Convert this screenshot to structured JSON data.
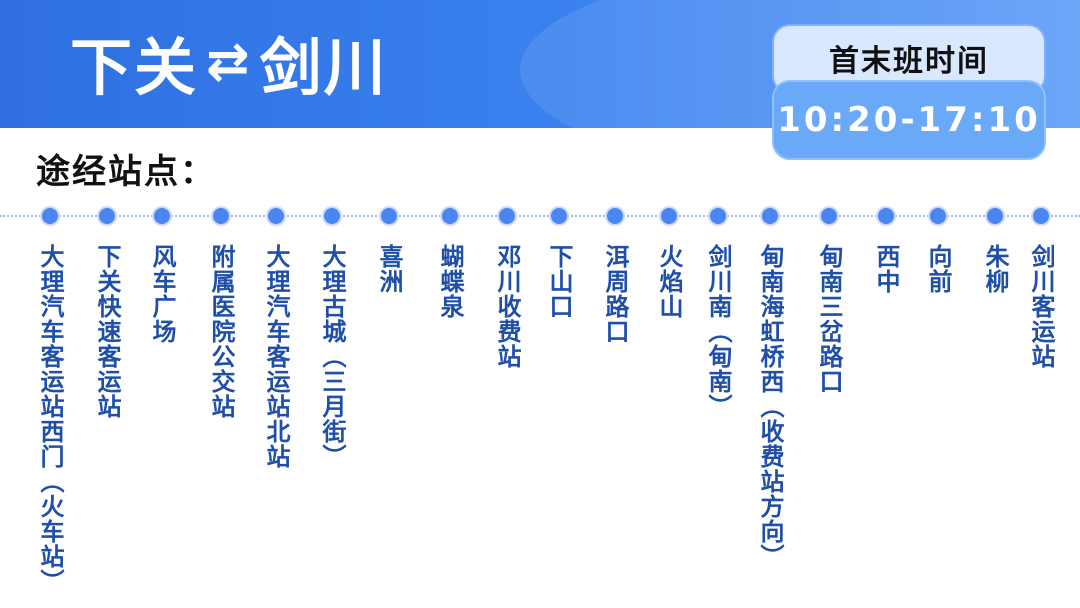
{
  "header": {
    "origin": "下关",
    "swap_icon": "⇄",
    "destination": "剑川"
  },
  "schedule": {
    "label": "首末班时间",
    "time": "10:20-17:10"
  },
  "stops_title": "途经站点：",
  "stops": [
    "大理汽车客运站西门（火车站）",
    "下关快速客运站",
    "风车广场",
    "附属医院公交站",
    "大理汽车客运站北站",
    "大理古城（三月街）",
    "喜洲",
    "蝴蝶泉",
    "邓川收费站",
    "下山口",
    "洱周路口",
    "火焰山",
    "剑川南（甸南）",
    "甸南海虹桥西（收费站方向）",
    "甸南三岔路口",
    "西中",
    "向前",
    "朱柳",
    "剑川客运站"
  ],
  "colors": {
    "header_blue": "#3b82f0",
    "stop_text": "#1f4fa8",
    "dot": "#4a86ef"
  }
}
